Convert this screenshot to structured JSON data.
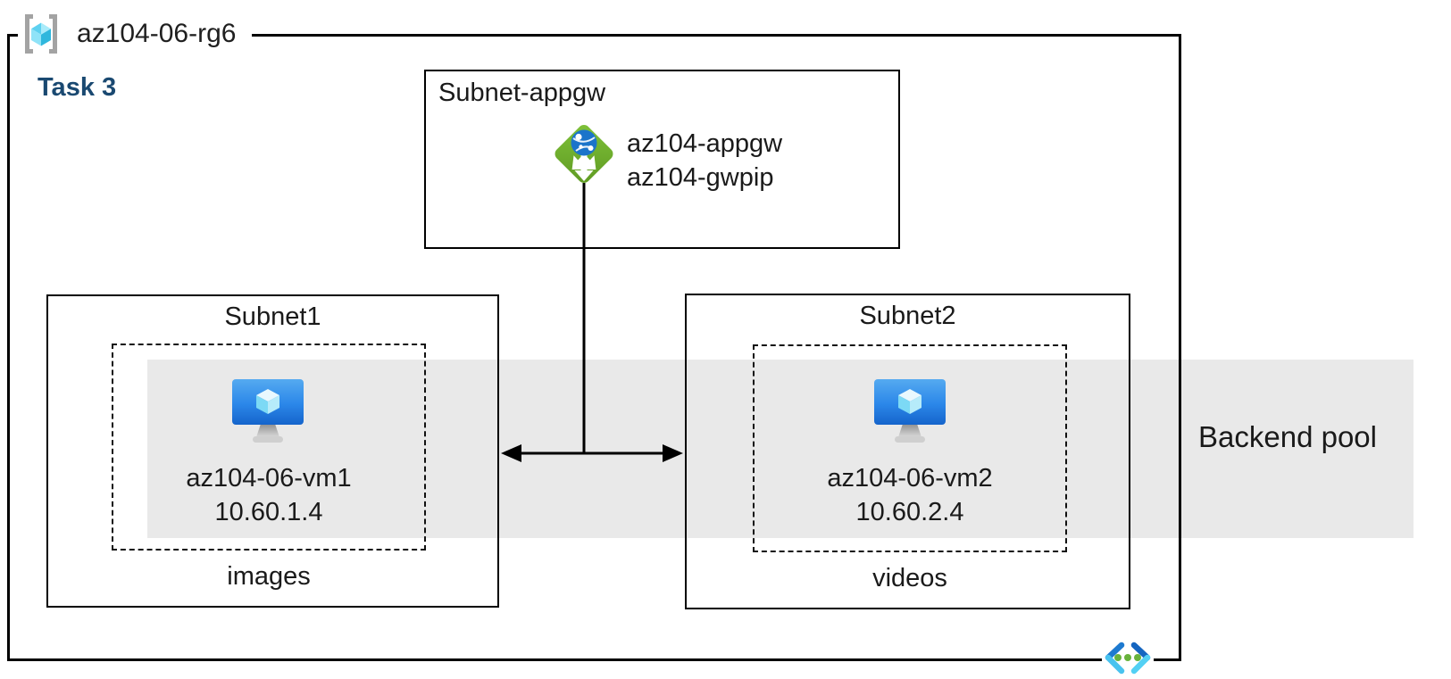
{
  "rg": {
    "label": "az104-06-rg6"
  },
  "task_label": "Task 3",
  "appgw": {
    "subnet_label": "Subnet-appgw",
    "lines": [
      "az104-appgw",
      "az104-gwpip"
    ]
  },
  "subnet1": {
    "label": "Subnet1",
    "vm_name": "az104-06-vm1",
    "vm_ip": "10.60.1.4",
    "caption": "images"
  },
  "subnet2": {
    "label": "Subnet2",
    "vm_name": "az104-06-vm2",
    "vm_ip": "10.60.2.4",
    "caption": "videos"
  },
  "backend_pool_label": "Backend pool",
  "icons": {
    "resource_group": "resource-group-icon",
    "application_gateway": "application-gateway-icon",
    "virtual_machine": "virtual-machine-icon",
    "virtual_network": "virtual-network-icon"
  },
  "colors": {
    "band_gray": "#e9e9e9",
    "task_navy": "#1a4971",
    "gateway_green": "#6fae28",
    "globe_blue": "#1b74ca",
    "vm_screen_blue_top": "#55aaf0",
    "vm_screen_blue_bottom": "#1564cb",
    "cube_cyan": "#7cd9f5",
    "vnet_chevron_blue": "#1e7ad0",
    "vnet_chevron_cyan": "#49c3ef",
    "vnet_dots_green": "#68b23c",
    "border_black": "#000000"
  }
}
